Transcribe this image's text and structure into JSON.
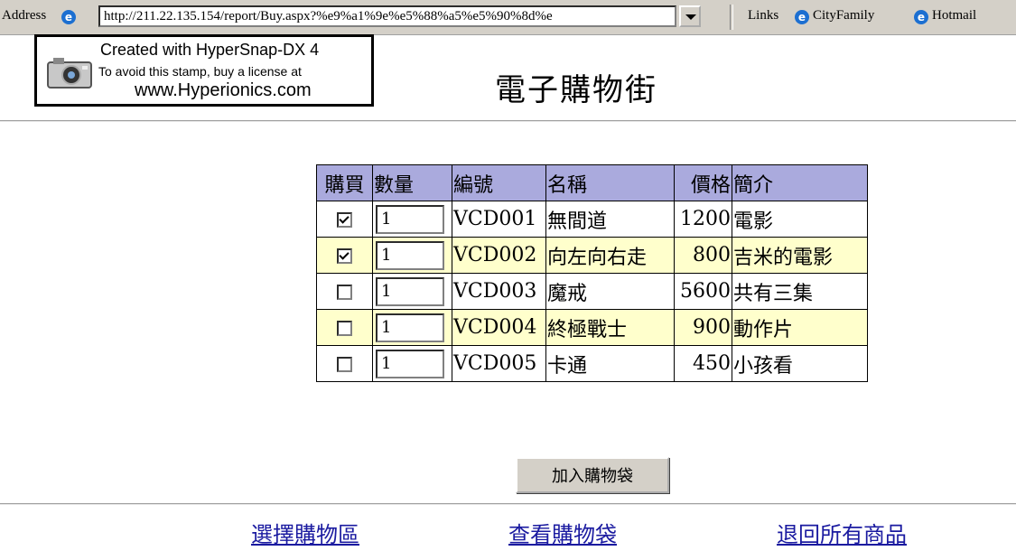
{
  "browser": {
    "address_label": "Address",
    "url": "http://211.22.135.154/report/Buy.aspx?%e9%a1%9e%e5%88%a5%e5%90%8d%e",
    "links_label": "Links",
    "links": [
      "CityFamily",
      "Hotmail"
    ]
  },
  "watermark": {
    "line1": "Created with HyperSnap-DX 4",
    "line2": "To avoid this stamp, buy a license at",
    "line3": "www.Hyperionics.com"
  },
  "page": {
    "title": "電子購物街"
  },
  "table": {
    "headers": [
      "購買",
      "數量",
      "編號",
      "名稱",
      "價格",
      "簡介"
    ],
    "rows": [
      {
        "buy": true,
        "qty": "1",
        "code": "VCD001",
        "name": "無間道",
        "price": "1200",
        "intro": "電影"
      },
      {
        "buy": true,
        "qty": "1",
        "code": "VCD002",
        "name": "向左向右走",
        "price": "800",
        "intro": "吉米的電影"
      },
      {
        "buy": false,
        "qty": "1",
        "code": "VCD003",
        "name": "魔戒",
        "price": "5600",
        "intro": "共有三集"
      },
      {
        "buy": false,
        "qty": "1",
        "code": "VCD004",
        "name": "終極戰士",
        "price": "900",
        "intro": "動作片"
      },
      {
        "buy": false,
        "qty": "1",
        "code": "VCD005",
        "name": "卡通",
        "price": "450",
        "intro": "小孩看"
      }
    ]
  },
  "actions": {
    "add_to_cart": "加入購物袋"
  },
  "nav": {
    "select_area": "選擇購物區",
    "view_cart": "查看購物袋",
    "return_all": "退回所有商品"
  },
  "colors": {
    "header_bg": "#aaaadd",
    "alt_row_bg": "#ffffcc",
    "link": "#1a1aa0"
  }
}
